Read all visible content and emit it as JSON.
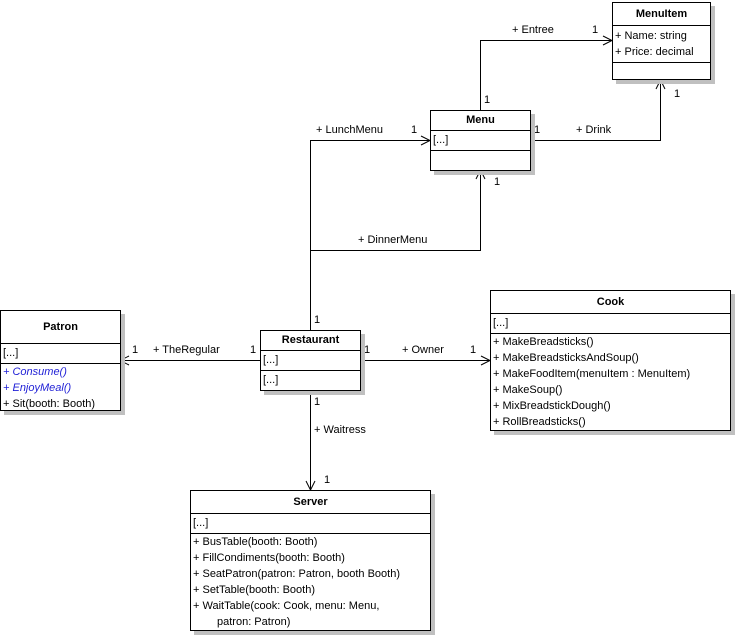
{
  "classes": {
    "menuitem": {
      "name": "MenuItem",
      "attributes": [
        "+ Name: string",
        "+ Price: decimal"
      ],
      "operations": []
    },
    "menu": {
      "name": "Menu",
      "attributes": [
        "[...]"
      ],
      "operations": []
    },
    "restaurant": {
      "name": "Restaurant",
      "attributes": [
        "[...]"
      ],
      "operations": [
        "[...]"
      ]
    },
    "patron": {
      "name": "Patron",
      "attributes": [
        "[...]"
      ],
      "operations": [
        "+ Consume()",
        "+ EnjoyMeal()",
        "+ Sit(booth: Booth)"
      ],
      "abstract_operations": [
        "+ Consume()",
        "+ EnjoyMeal()"
      ]
    },
    "cook": {
      "name": "Cook",
      "attributes": [
        "[...]"
      ],
      "operations": [
        "+ MakeBreadsticks()",
        "+ MakeBreadsticksAndSoup()",
        "+ MakeFoodItem(menuItem : MenuItem)",
        "+ MakeSoup()",
        "+ MixBreadstickDough()",
        "+ RollBreadsticks()"
      ]
    },
    "server": {
      "name": "Server",
      "attributes": [
        "[...]"
      ],
      "operations": [
        "+ BusTable(booth: Booth)",
        "+ FillCondiments(booth: Booth)",
        "+ SeatPatron(patron: Patron, booth Booth)",
        "+ SetTable(booth: Booth)",
        "+ WaitTable(cook: Cook, menu: Menu,",
        "patron: Patron)"
      ]
    }
  },
  "associations": [
    {
      "from": "Menu",
      "to": "MenuItem",
      "role": "+ Entree",
      "from_mult": "1",
      "to_mult": "1"
    },
    {
      "from": "Menu",
      "to": "MenuItem",
      "role": "+ Drink",
      "from_mult": "1",
      "to_mult": "1"
    },
    {
      "from": "Restaurant",
      "to": "Menu",
      "role": "+ LunchMenu",
      "from_mult": "1",
      "to_mult": "1"
    },
    {
      "from": "Restaurant",
      "to": "Menu",
      "role": "+ DinnerMenu",
      "from_mult": "1",
      "to_mult": "1"
    },
    {
      "from": "Restaurant",
      "to": "Patron",
      "role": "+ TheRegular",
      "from_mult": "1",
      "to_mult": "1"
    },
    {
      "from": "Restaurant",
      "to": "Cook",
      "role": "+ Owner",
      "from_mult": "1",
      "to_mult": "1"
    },
    {
      "from": "Restaurant",
      "to": "Server",
      "role": "+ Waitress",
      "from_mult": "1",
      "to_mult": "1"
    }
  ]
}
